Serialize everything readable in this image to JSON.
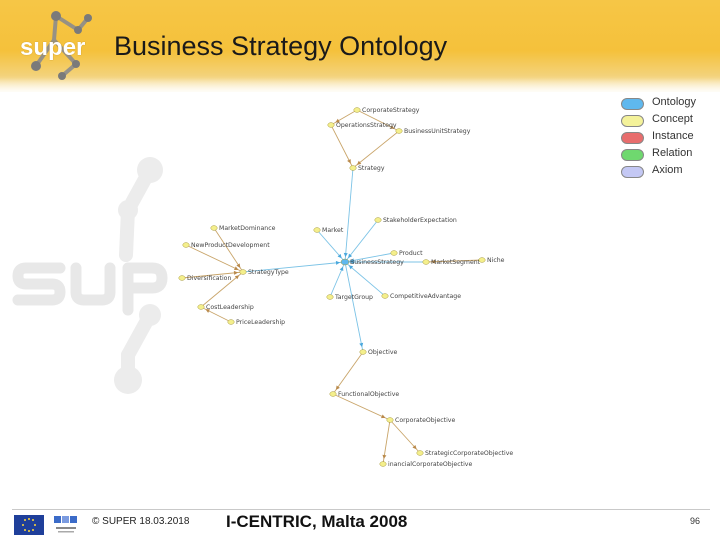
{
  "slide": {
    "title": "Business Strategy Ontology",
    "logo_text_a": "su",
    "logo_text_b": "p",
    "logo_text_c": "er"
  },
  "graph": {
    "nodes": [
      {
        "id": "corporate-strategy",
        "label": "CorporateStrategy"
      },
      {
        "id": "operations-strategy",
        "label": "OperationsStrategy"
      },
      {
        "id": "business-unit-strategy",
        "label": "BusinessUnitStrategy"
      },
      {
        "id": "strategy",
        "label": "Strategy"
      },
      {
        "id": "stakeholder-expectation",
        "label": "StakeholderExpectation"
      },
      {
        "id": "market-dominance",
        "label": "MarketDominance"
      },
      {
        "id": "market",
        "label": "Market"
      },
      {
        "id": "new-product-development",
        "label": "NewProductDevelopment"
      },
      {
        "id": "product",
        "label": "Product"
      },
      {
        "id": "business-strategy",
        "label": "BusinessStrategy"
      },
      {
        "id": "market-segment",
        "label": "MarketSegment"
      },
      {
        "id": "niche",
        "label": "Niche"
      },
      {
        "id": "strategy-type",
        "label": "StrategyType"
      },
      {
        "id": "diversification",
        "label": "Diversification"
      },
      {
        "id": "target-group",
        "label": "TargetGroup"
      },
      {
        "id": "competitive-advantage",
        "label": "CompetitiveAdvantage"
      },
      {
        "id": "cost-leadership",
        "label": "CostLeadership"
      },
      {
        "id": "price-leadership",
        "label": "PriceLeadership"
      },
      {
        "id": "objective",
        "label": "Objective"
      },
      {
        "id": "functional-objective",
        "label": "FunctionalObjective"
      },
      {
        "id": "corporate-objective",
        "label": "CorporateObjective"
      },
      {
        "id": "strategic-corporate-objective",
        "label": "StrategicCorporateObjective"
      },
      {
        "id": "financial-corporate-objective",
        "label": "inancialCorporateObjective"
      }
    ]
  },
  "legend": [
    {
      "label": "Ontology",
      "color": "#5fb8ee"
    },
    {
      "label": "Concept",
      "color": "#f4f29a"
    },
    {
      "label": "Instance",
      "color": "#e86d6d"
    },
    {
      "label": "Relation",
      "color": "#6fd86f"
    },
    {
      "label": "Axiom",
      "color": "#c4c8f4"
    }
  ],
  "footer": {
    "copyright": "© SUPER 18.03.2018",
    "event": "I-CENTRIC, Malta 2008",
    "page_number": "96"
  }
}
